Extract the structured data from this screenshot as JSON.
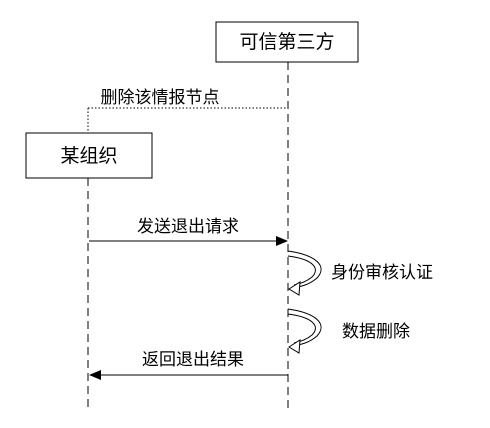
{
  "diagram": {
    "participants": {
      "trusted_third_party": "可信第三方",
      "organization": "某组织"
    },
    "messages": {
      "delete_node": "删除该情报节点",
      "send_exit_request": "发送退出请求",
      "identity_verification": "身份审核认证",
      "data_deletion": "数据删除",
      "return_exit_result": "返回退出结果"
    }
  }
}
